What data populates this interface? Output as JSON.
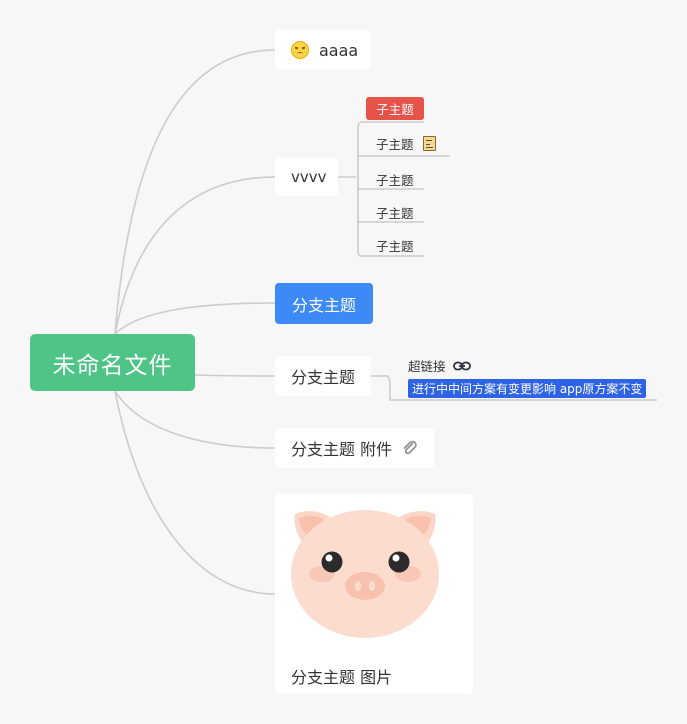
{
  "root": {
    "title": "未命名文件"
  },
  "branches": {
    "aaaa": {
      "label": "aaaa",
      "icon": "sad-face-icon"
    },
    "vvvv": {
      "label": "vvvv",
      "children": [
        {
          "label": "子主题",
          "style": "red-tag"
        },
        {
          "label": "子主题",
          "icon": "note-icon"
        },
        {
          "label": "子主题"
        },
        {
          "label": "子主题"
        },
        {
          "label": "子主题"
        }
      ]
    },
    "blue": {
      "label": "分支主题"
    },
    "link": {
      "label": "分支主题",
      "hyperlink_label": "超链接",
      "tag": "进行中中间方案有变更影响 app原方案不变"
    },
    "attach": {
      "label": "分支主题 附件",
      "icon": "paperclip-icon"
    },
    "image": {
      "label": "分支主题 图片",
      "image": "pig-face-image"
    }
  },
  "colors": {
    "background": "#f7f7f7",
    "root": "#4fc487",
    "blue_node": "#3d8af7",
    "red_tag": "#e5534b",
    "blue_tag": "#2e63e6",
    "line": "#cccccc"
  }
}
